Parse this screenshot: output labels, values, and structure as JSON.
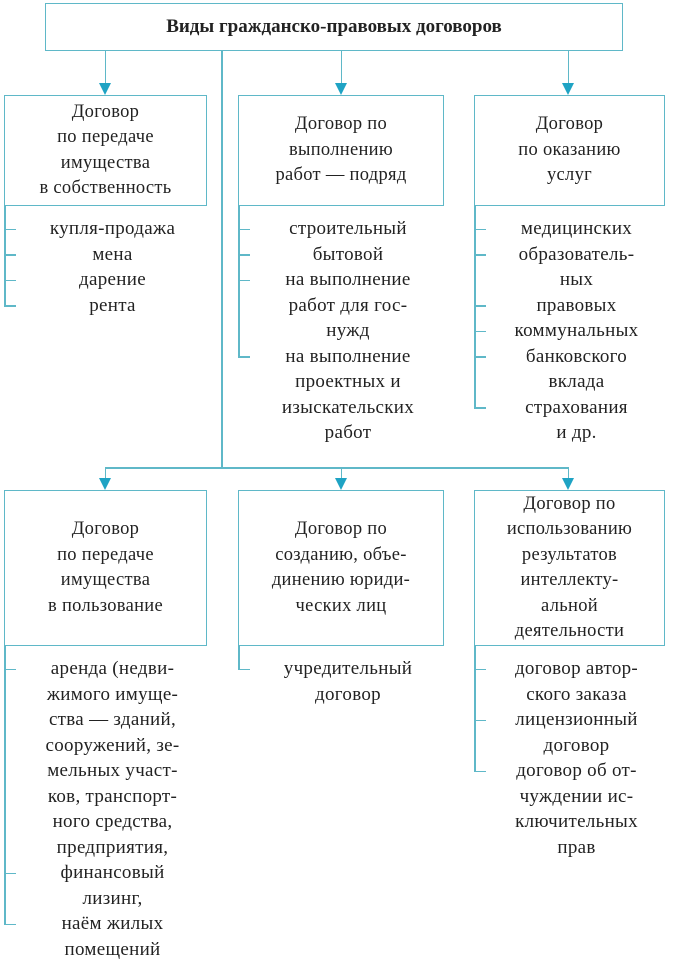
{
  "title": "Виды гражданско-правовых договоров",
  "colors": {
    "line": "#5fb8c8",
    "arrow": "#1fa3c4"
  },
  "boxes": [
    {
      "lines": [
        "Договор",
        "по передаче",
        "имущества",
        "в собственность"
      ],
      "items": [
        [
          "купля-продажа"
        ],
        [
          "мена"
        ],
        [
          "дарение"
        ],
        [
          "рента"
        ]
      ]
    },
    {
      "lines": [
        "Договор по",
        "выполнению",
        "работ — подряд"
      ],
      "items": [
        [
          "строительный"
        ],
        [
          "бытовой"
        ],
        [
          "на выполнение",
          "работ для гос-",
          "нужд"
        ],
        [
          "на выполнение",
          "проектных и",
          "изыскательских",
          "работ"
        ]
      ]
    },
    {
      "lines": [
        "Договор",
        "по оказанию",
        "услуг"
      ],
      "items": [
        [
          "медицинских"
        ],
        [
          "образователь-",
          "ных"
        ],
        [
          "правовых"
        ],
        [
          "коммунальных"
        ],
        [
          "банковского",
          "вклада"
        ],
        [
          "страхования",
          "и др."
        ]
      ]
    },
    {
      "lines": [
        "Договор",
        "по передаче",
        "имущества",
        "в пользование"
      ],
      "items": [
        [
          "аренда (недви-",
          "жимого имуще-",
          "ства — зданий,",
          "сооружений, зе-",
          "мельных участ-",
          "ков, транспорт-",
          "ного средства,",
          "предприятия,"
        ],
        [
          "финансовый",
          "лизинг,"
        ],
        [
          "наём жилых",
          "помещений"
        ]
      ]
    },
    {
      "lines": [
        "Договор по",
        "созданию, объе-",
        "динению юриди-",
        "ческих лиц"
      ],
      "items": [
        [
          "учредительный",
          "договор"
        ]
      ]
    },
    {
      "lines": [
        "Договор по",
        "использованию",
        "результатов",
        "интеллекту-",
        "альной",
        "деятельности"
      ],
      "items": [
        [
          "договор автор-",
          "ского заказа"
        ],
        [
          "лицензионный",
          "договор"
        ],
        [
          "договор об от-",
          "чуждении ис-",
          "ключительных",
          "прав"
        ]
      ]
    }
  ]
}
